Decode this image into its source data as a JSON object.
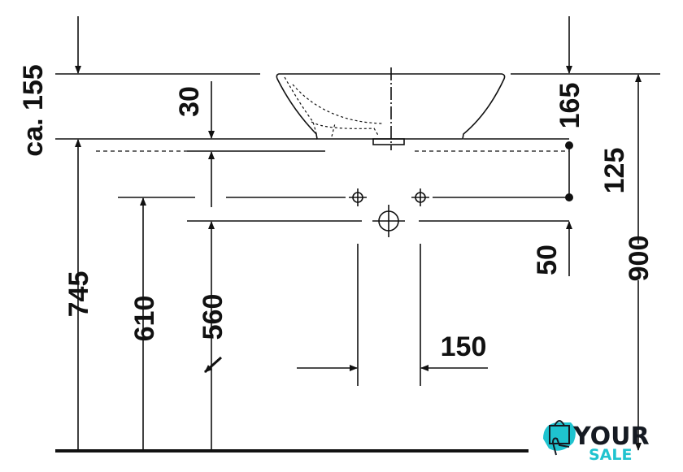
{
  "drawing": {
    "dimensions": {
      "overall_height": "ca. 155",
      "basin_depth": "30",
      "basin_height": "165",
      "drain_spacing": "125",
      "waste_offset": "50",
      "total_height": "900",
      "counter_height": "745",
      "supply_height": "610",
      "waste_height": "560",
      "supply_spacing": "150"
    }
  },
  "logo": {
    "line1": "YOUR",
    "line2": "SALE",
    "accent_color": "#1fc3cf",
    "dark_color": "#151a22"
  }
}
